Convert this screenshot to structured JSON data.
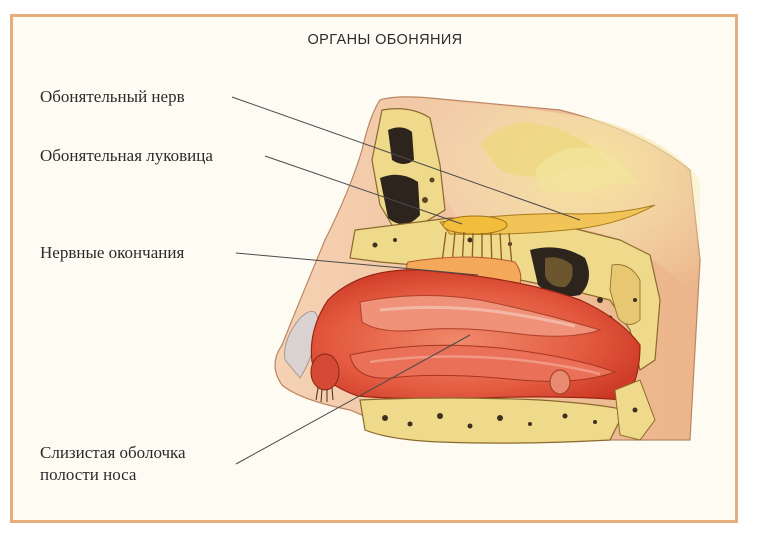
{
  "title": "ОРГАНЫ ОБОНЯНИЯ",
  "labels": {
    "olfactory_nerve": "Обонятельный нерв",
    "olfactory_bulb": "Обонятельная луковица",
    "nerve_endings": "Нервные окончания",
    "mucosa_line1": "Слизистая оболочка",
    "mucosa_line2": "полости носа"
  },
  "colors": {
    "frame": "#e7ae7d",
    "skin": "#f0c8a4",
    "bone": "#efd98a",
    "mucosa": "#e2513c",
    "bulb": "#f3bd3c"
  }
}
